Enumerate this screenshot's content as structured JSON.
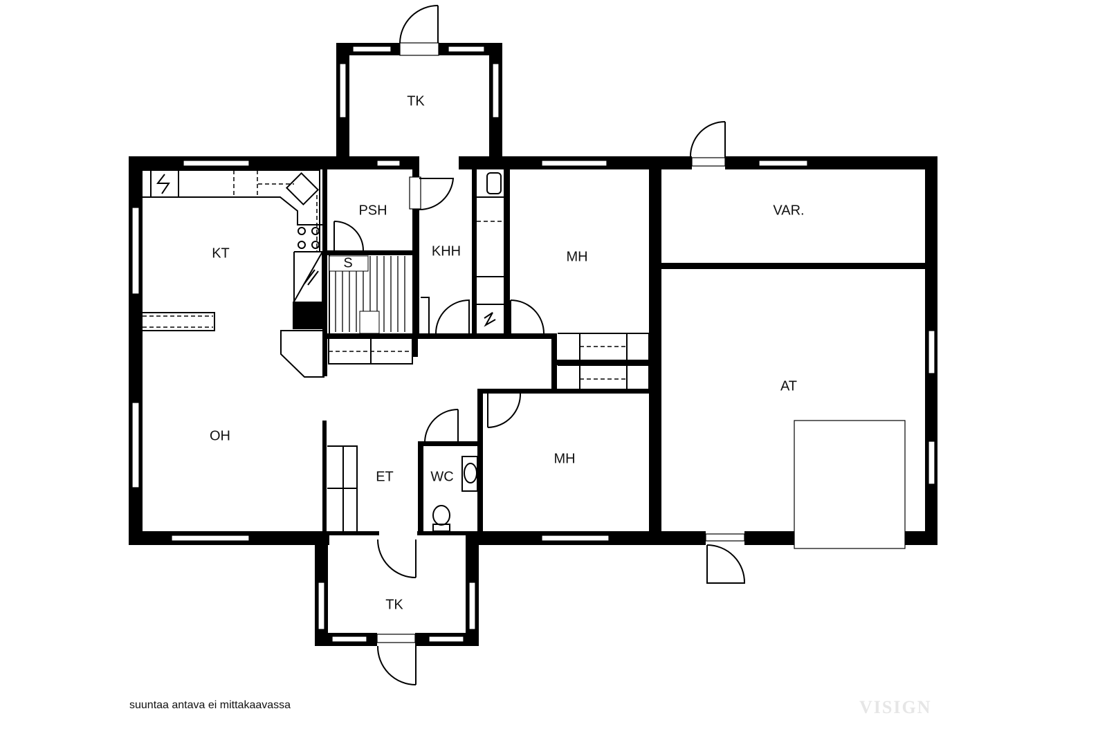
{
  "rooms": {
    "tk_top": "TK",
    "psh": "PSH",
    "kt": "KT",
    "s": "S",
    "khh": "KHH",
    "mh_upper": "MH",
    "var": "VAR.",
    "at": "AT",
    "oh": "OH",
    "et": "ET",
    "wc": "WC",
    "mh_lower": "MH",
    "tk_bottom": "TK"
  },
  "caption": "suuntaa antava ei mittakaavassa",
  "watermark": "VISIGN"
}
